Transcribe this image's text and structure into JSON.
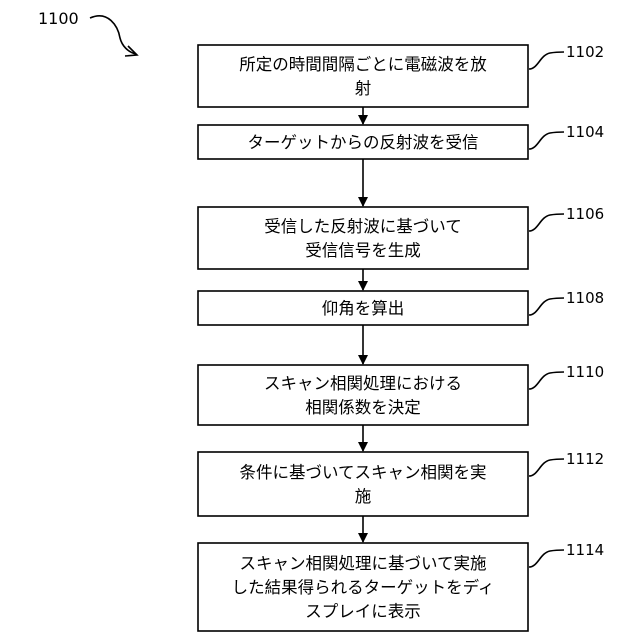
{
  "figure": {
    "number": "1100"
  },
  "steps": [
    {
      "ref": "1102",
      "lines": [
        "所定の時間間隔ごとに電磁波を放",
        "射"
      ]
    },
    {
      "ref": "1104",
      "lines": [
        "ターゲットからの反射波を受信"
      ]
    },
    {
      "ref": "1106",
      "lines": [
        "受信した反射波に基づいて",
        "受信信号を生成"
      ]
    },
    {
      "ref": "1108",
      "lines": [
        "仰角を算出"
      ]
    },
    {
      "ref": "1110",
      "lines": [
        "スキャン相関処理における",
        "相関係数を決定"
      ]
    },
    {
      "ref": "1112",
      "lines": [
        "条件に基づいてスキャン相関を実",
        "施"
      ]
    },
    {
      "ref": "1114",
      "lines": [
        "スキャン相関処理に基づいて実施",
        "した結果得られるターゲットをディ",
        "スプレイに表示"
      ]
    }
  ]
}
